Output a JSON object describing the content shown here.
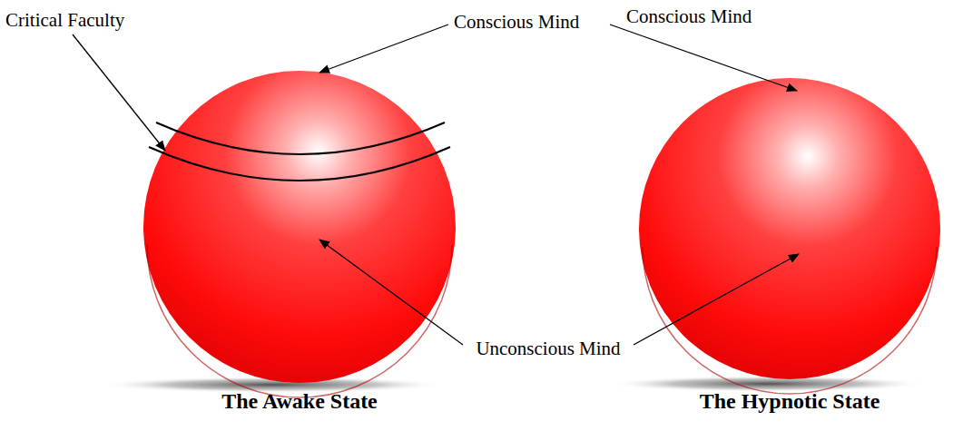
{
  "diagram": {
    "labels": [
      "Critical Faculty",
      "Conscious Mind",
      "Conscious Mind",
      "Unconscious Mind",
      "The Awake State",
      "The Hypnotic State"
    ]
  }
}
